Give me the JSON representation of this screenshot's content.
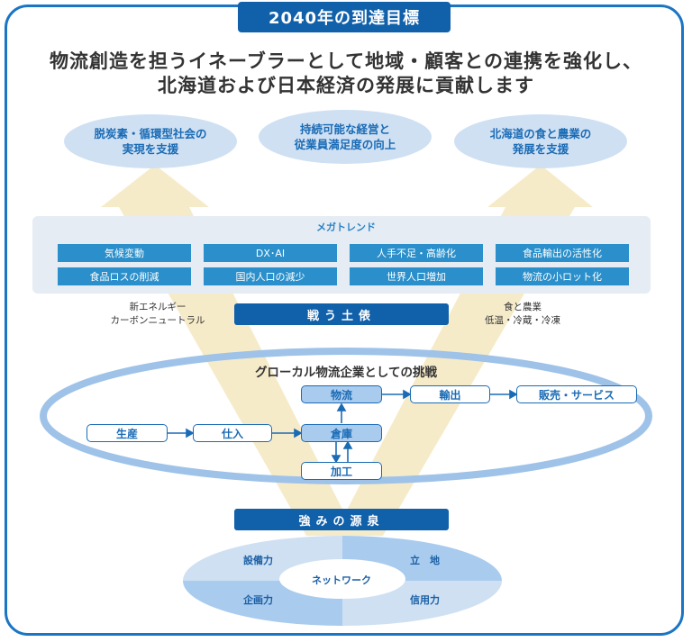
{
  "title": "2040年の到達目標",
  "headline": {
    "line1": "物流創造を担うイネーブラーとして地域・顧客との連携を強化し、",
    "line2": "北海道および日本経済の発展に貢献します"
  },
  "goals": [
    "脱炭素・循環型社会の\n実現を支援",
    "持続可能な経営と\n従業員満足度の向上",
    "北海道の食と農業の\n発展を支援"
  ],
  "megatrend": {
    "title": "メガトレンド",
    "items": [
      "気候変動",
      "DX･AI",
      "人手不足・高齢化",
      "食品輸出の活性化",
      "食品ロスの削減",
      "国内人口の減少",
      "世界人口増加",
      "物流の小ロット化"
    ]
  },
  "battle": "戦う土俵",
  "notes": {
    "left": "新エネルギー\nカーボンニュートラル",
    "right": "食と農業\n低温・冷蔵・冷凍"
  },
  "challenge": "グローカル物流企業としての挑戦",
  "flow": {
    "production": "生産",
    "procurement": "仕入",
    "warehouse": "倉庫",
    "logistics": "物流",
    "export": "輸出",
    "sales": "販売・サービス",
    "processing": "加工"
  },
  "strength": "強みの源泉",
  "strengths": {
    "center": "ネットワーク",
    "top_left": "設備力",
    "top_right": "立　地",
    "bottom_left": "企画力",
    "bottom_right": "信用力"
  },
  "colors": {
    "brand_blue": "#1160aa",
    "accent_blue": "#2a8fca",
    "arrow_beige": "#f6ebc9",
    "goal_fill": "#cfe0f3"
  }
}
